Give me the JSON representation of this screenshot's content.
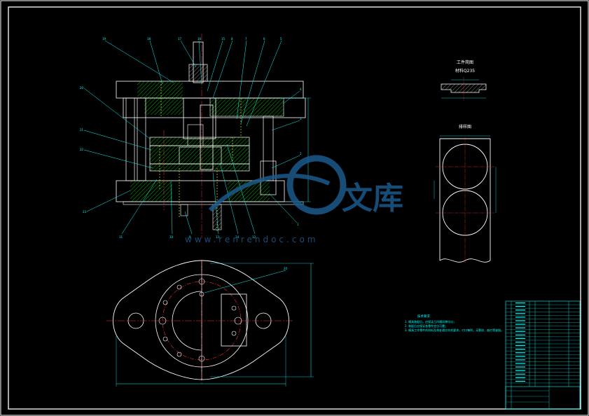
{
  "drawing": {
    "part_view_title": "工件简图",
    "material_label": "材料Q235",
    "strip_layout_title": "排样图",
    "tech_requirements_title": "技术要求",
    "tech_requirements": [
      "1. 模具装配后，应保证凸凹模间隙均匀；",
      "2. 装配后应保证各零件定位可靠；",
      "3. 模具工作零件的材料及热处理应符合要求，刃口锋利，无裂纹、崩刃等缺陷。"
    ],
    "watermark": {
      "brand_cn": "文库",
      "url": "www.renrendoc.com"
    },
    "balloons_top": [
      "19",
      "18",
      "17",
      "16",
      "15",
      "8",
      "7",
      "6",
      "5"
    ],
    "balloons_left": [
      "20",
      "21",
      "22",
      "23"
    ],
    "balloons_bottom": [
      "11",
      "10",
      "9",
      "13",
      "14",
      "12"
    ],
    "balloons_right": [
      "4",
      "3",
      "2",
      "1"
    ],
    "plan_balloon": "20",
    "title_block": {
      "rows": 24
    }
  },
  "colors": {
    "background": "#000000",
    "border": "#ffffff",
    "part_lines": "#ffffff",
    "hatch": "#00ff00",
    "hidden": "#ffff00",
    "centerline": "#ff3030",
    "leader": "#00ffff",
    "dimension": "#00ffff",
    "watermark": "#1c5a8c"
  }
}
